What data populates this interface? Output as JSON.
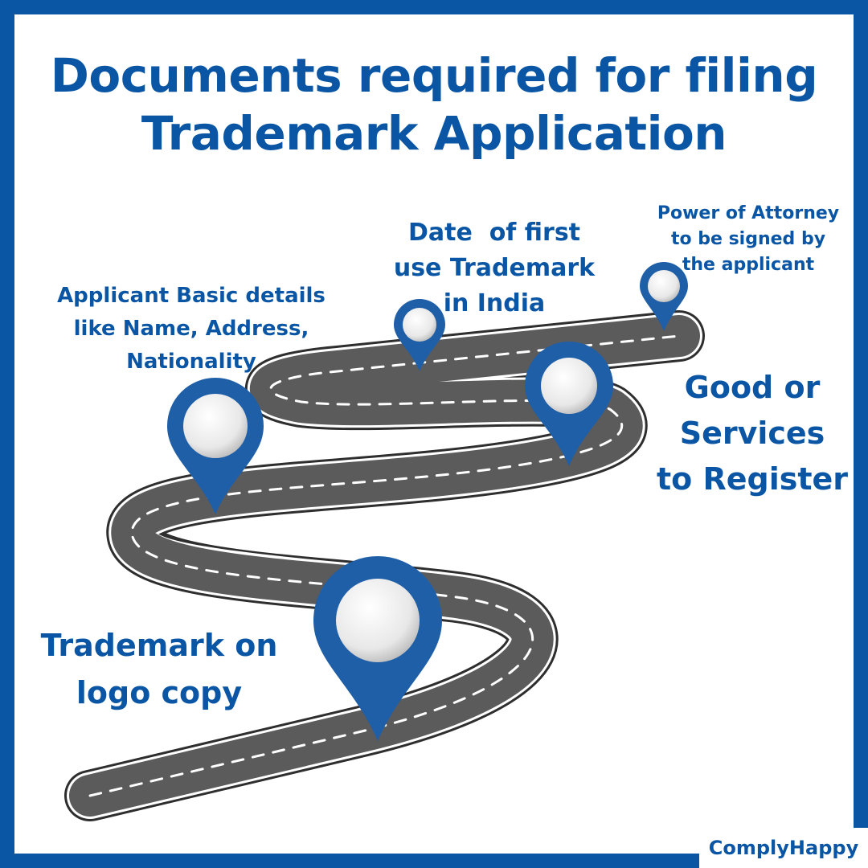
{
  "title": {
    "line1": "Documents required for filing",
    "line2": "Trademark Application"
  },
  "steps": {
    "power_of_attorney": [
      "Power of Attorney",
      "to be signed by",
      "the applicant"
    ],
    "date_of_first_use": [
      "Date  of first",
      "use Trademark",
      "in India"
    ],
    "applicant_details": [
      "Applicant Basic details",
      "like Name, Address,",
      "Nationality"
    ],
    "goods_or_services": [
      "Good or",
      "Services",
      "to Register"
    ],
    "trademark_logo": [
      "Trademark on",
      "logo copy"
    ]
  },
  "brand": "ComplyHappy",
  "colors": {
    "accent": "#0a56a5",
    "road": "#5b5b5b",
    "road_edge": "#3a3a3a"
  },
  "icons": [
    "map-pin-icon"
  ]
}
